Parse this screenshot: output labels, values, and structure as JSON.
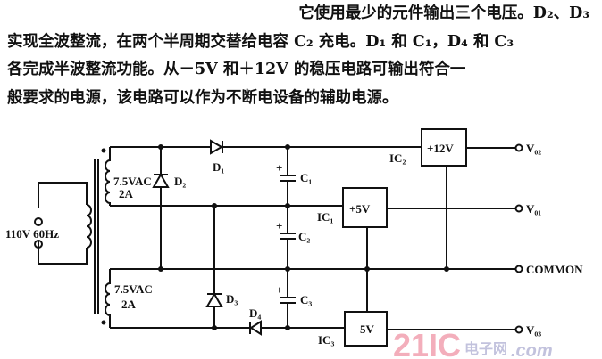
{
  "text": {
    "lines": [
      "它使用最少的元件输出三个电压。D₂、D₃",
      "实现全波整流，在两个半周期交替给电容 C₂ 充电。D₁ 和 C₁，D₄ 和 C₃",
      "各完成半波整流功能。从－5V 和＋12V 的稳压电路可输出符合一",
      "般要求的电源，该电路可以作为不断电设备的辅助电源。"
    ]
  },
  "circuit": {
    "input": "110V 60Hz",
    "secondary_top": {
      "voltage": "7.5VAC",
      "current": "2A"
    },
    "secondary_bottom": {
      "voltage": "7.5VAC",
      "current": "2A"
    },
    "diodes": [
      "D₁",
      "D₂",
      "D₃",
      "D₄"
    ],
    "capacitors": [
      "C₁",
      "C₂",
      "C₃"
    ],
    "regulators": [
      {
        "name": "IC₂",
        "label": "+12V"
      },
      {
        "name": "IC₁",
        "label": "+5V"
      },
      {
        "name": "IC₃",
        "label": "5V"
      }
    ],
    "outputs": [
      "V₀₂",
      "V₀₁",
      "COMMON",
      "V₀₃"
    ],
    "cap_plus": "+"
  },
  "watermark": {
    "main": "21IC",
    "cn": "电子网",
    "domain": ".com",
    "color": "#f2a0b0"
  }
}
